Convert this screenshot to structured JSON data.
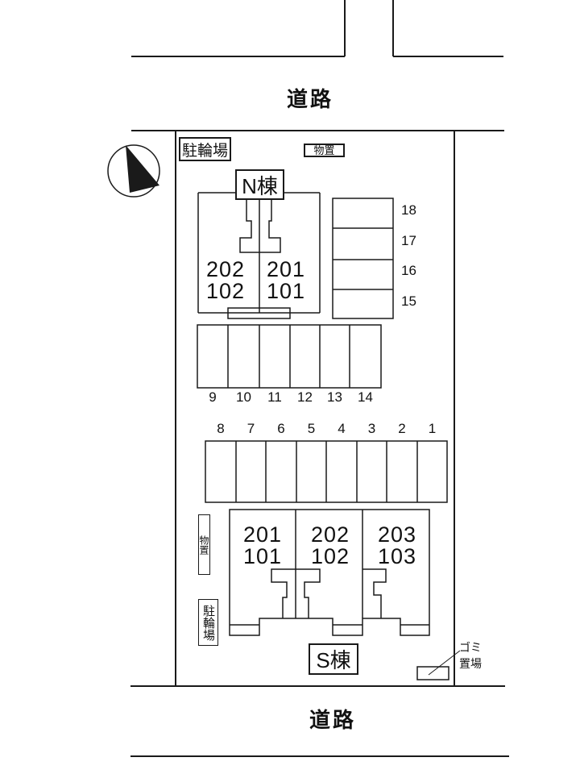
{
  "roads": {
    "top": "道路",
    "bottom": "道路"
  },
  "facilities": {
    "bicycle_parking_north": "駐輪場",
    "storage_north": "物置",
    "storage_west": "物置",
    "bicycle_parking_south": "駐輪場",
    "garbage_line1": "ゴミ",
    "garbage_line2": "置場"
  },
  "buildings": {
    "north": {
      "name": "N棟",
      "units": [
        {
          "upper": "202",
          "lower": "102"
        },
        {
          "upper": "201",
          "lower": "101"
        }
      ]
    },
    "south": {
      "name": "S棟",
      "units": [
        {
          "upper": "201",
          "lower": "101"
        },
        {
          "upper": "202",
          "lower": "102"
        },
        {
          "upper": "203",
          "lower": "103"
        }
      ]
    }
  },
  "parking": {
    "east_column": [
      "18",
      "17",
      "16",
      "15"
    ],
    "middle_row": [
      "9",
      "10",
      "11",
      "12",
      "13",
      "14"
    ],
    "center_row": [
      "8",
      "7",
      "6",
      "5",
      "4",
      "3",
      "2",
      "1"
    ]
  },
  "colors": {
    "line": "#1a1a1a",
    "background": "#ffffff"
  }
}
